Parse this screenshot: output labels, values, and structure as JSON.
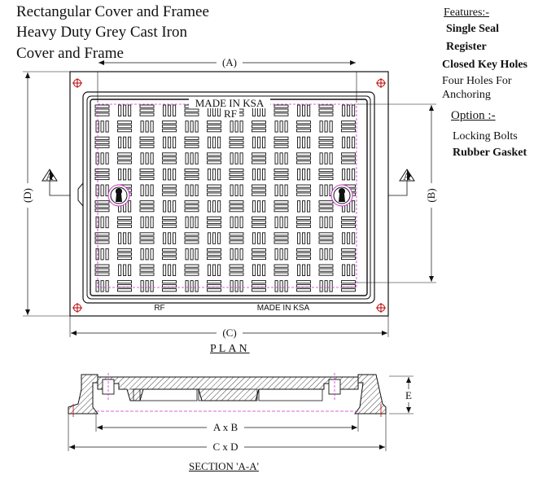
{
  "title": {
    "line1": "Rectangular Cover and Framee",
    "line2": "Heavy Duty Grey Cast Iron",
    "line3": "Cover and Frame"
  },
  "features": {
    "heading": "Features:-",
    "items": [
      "Single Seal",
      "Register",
      "Closed Key Holes",
      "Four Holes For",
      "Anchoring"
    ]
  },
  "option": {
    "heading": "Option :-",
    "items": [
      "Locking Bolts",
      "Rubber Gasket"
    ]
  },
  "plan": {
    "caption": "PLAN",
    "dim_a": "(A)",
    "dim_b": "(B)",
    "dim_c": "(C)",
    "dim_d": "(D)",
    "section_mark": "A",
    "made_in_top": "MADE IN KSA",
    "rf_top": "RF",
    "rf_bottom": "RF",
    "made_in_bottom": "MADE IN KSA"
  },
  "section": {
    "caption": "SECTION 'A-A'",
    "dim_axb": "A x B",
    "dim_cxd": "C x D",
    "dim_e": "E"
  },
  "colors": {
    "line": "#111111",
    "hidden": "#d030d0"
  }
}
